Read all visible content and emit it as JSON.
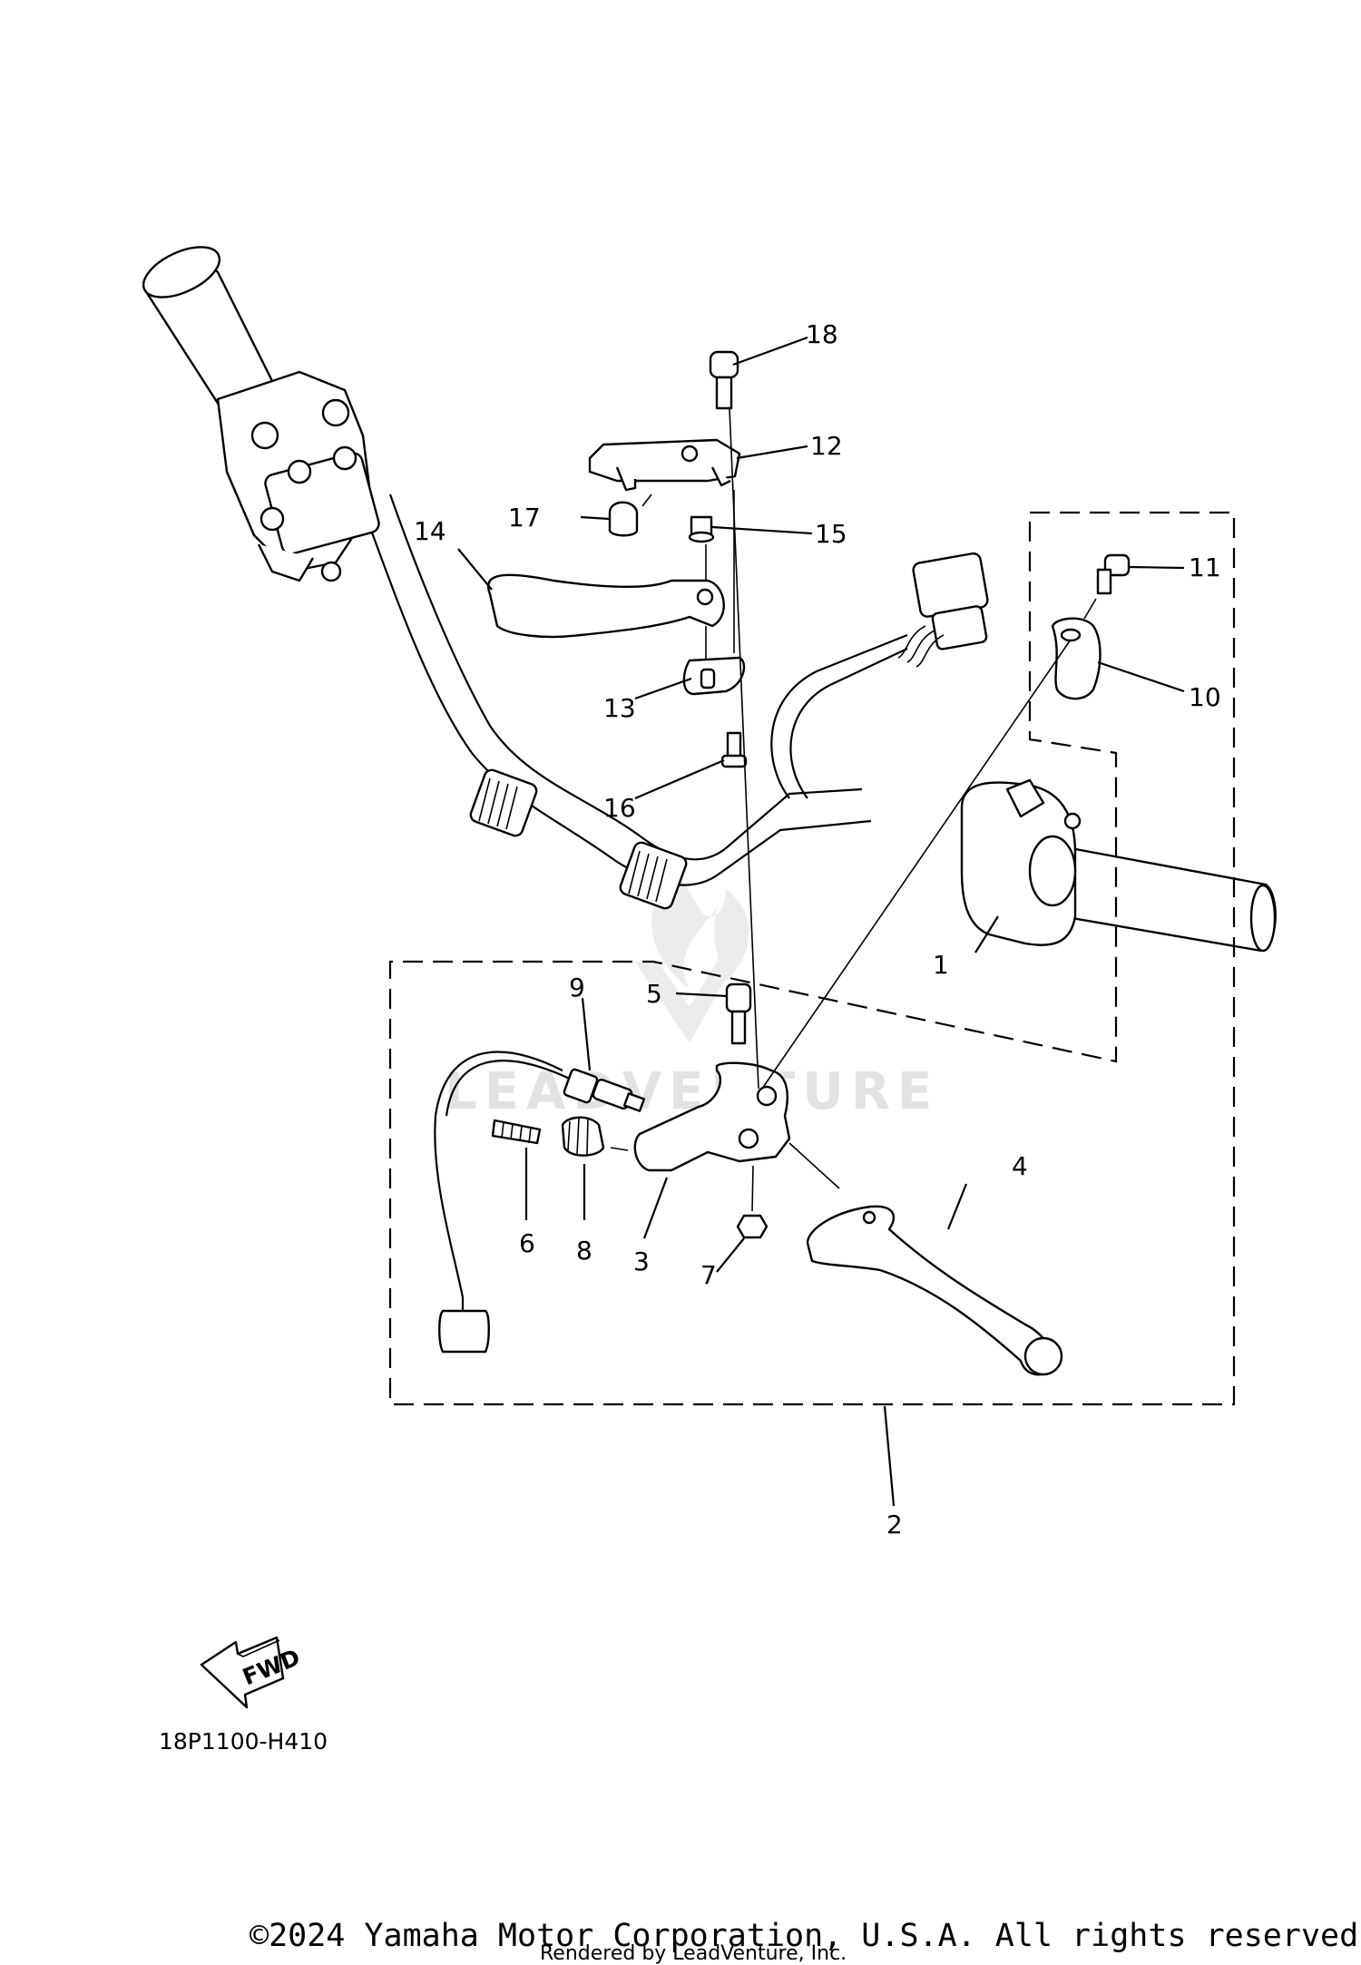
{
  "callouts": [
    "1",
    "2",
    "3",
    "4",
    "5",
    "6",
    "7",
    "8",
    "9",
    "10",
    "11",
    "12",
    "13",
    "14",
    "15",
    "16",
    "17",
    "18"
  ],
  "fwd_label": "FWD",
  "diagram_code": "18P1100-H410",
  "watermark": "LEADVENTURE",
  "copyright": "©2024 Yamaha Motor Corporation, U.S.A. All rights reserved.",
  "rendered_by": "Rendered by LeadVenture, Inc."
}
